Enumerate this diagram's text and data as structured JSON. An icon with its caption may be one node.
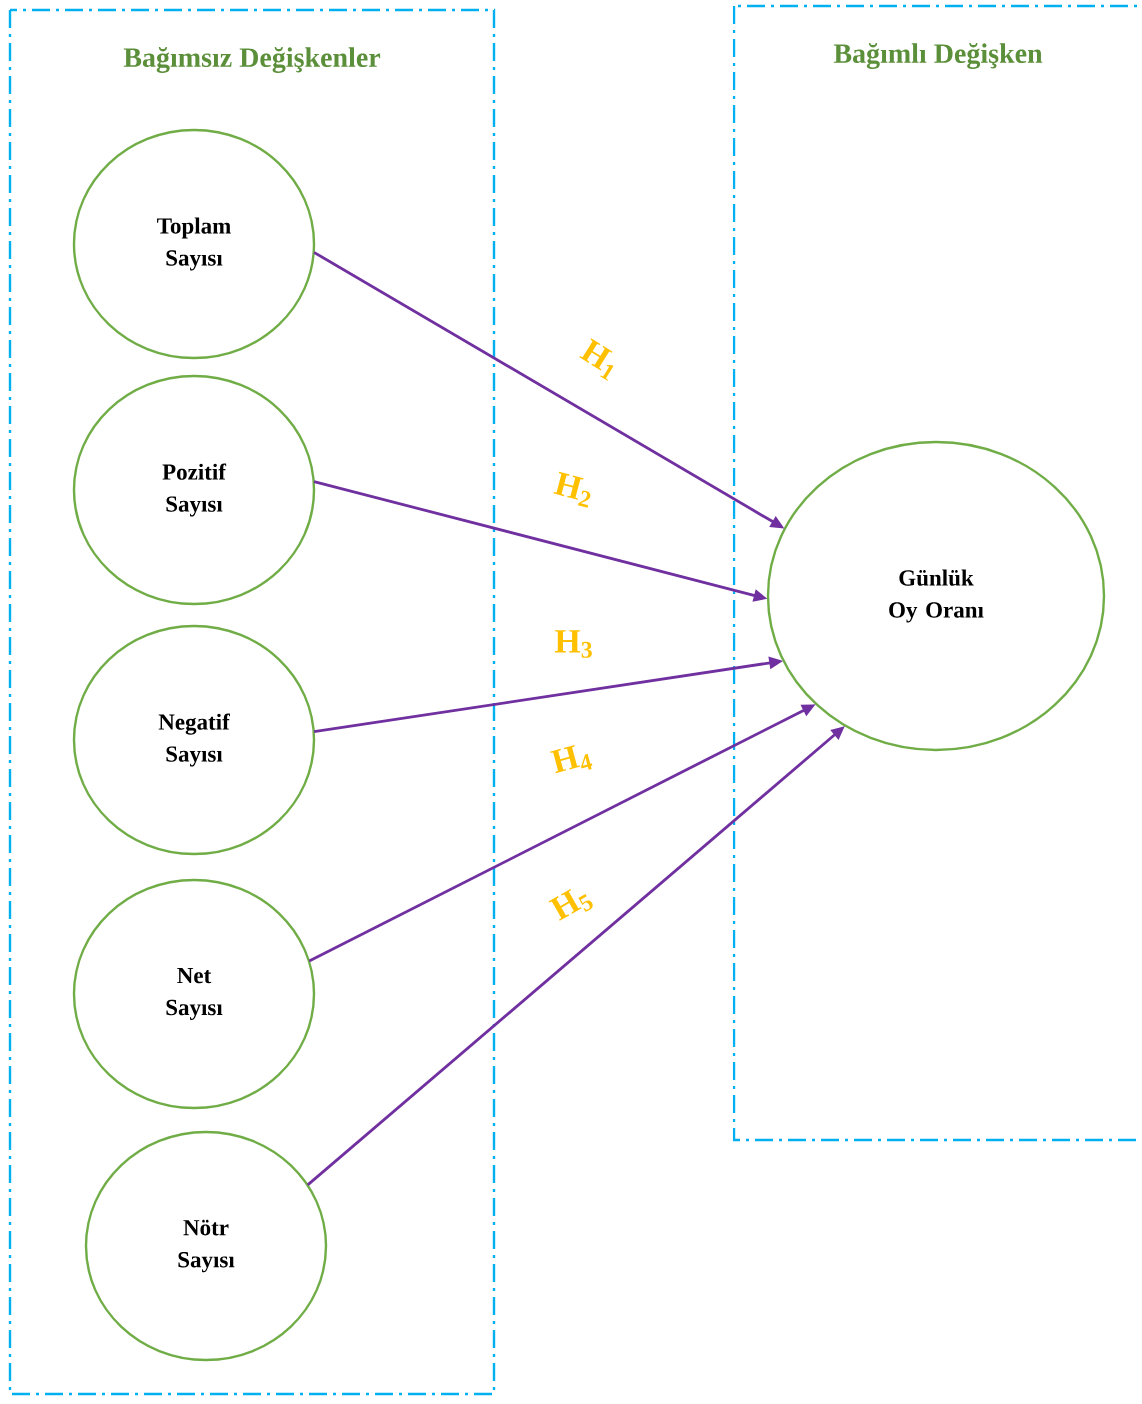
{
  "diagram": {
    "nodes": [
      {
        "text": [
          "Bağımsız Değişkenler"
        ]
      },
      {
        "text": [
          "Toplam Sayısı"
        ],
        "in": 0
      },
      {
        "text": [
          "Pozitif Sayısı"
        ],
        "in": 0
      },
      {
        "text": [
          "Negatif Sayısı"
        ],
        "in": 0
      },
      {
        "text": [
          "Net Sayısı"
        ],
        "in": 0
      },
      {
        "text": [
          "Nötr Sayısı"
        ],
        "in": 0
      },
      {
        "text": [
          "Bağımlı Değişken"
        ]
      },
      {
        "text": [
          "Günlük Oy Oranı"
        ],
        "in": 6
      }
    ],
    "edges": [
      {
        "from": 1,
        "to": 7,
        "arrow": "to",
        "label": "H$_{1}$"
      },
      {
        "from": 2,
        "to": 7,
        "arrow": "to",
        "label": "H$_{2}$"
      },
      {
        "from": 3,
        "to": 7,
        "arrow": "to",
        "label": "H$_{3}$"
      },
      {
        "from": 4,
        "to": 7,
        "arrow": "to",
        "label": "H$_{4}$"
      },
      {
        "from": 5,
        "to": 7,
        "arrow": "to",
        "label": "H$_{5}$"
      }
    ]
  }
}
